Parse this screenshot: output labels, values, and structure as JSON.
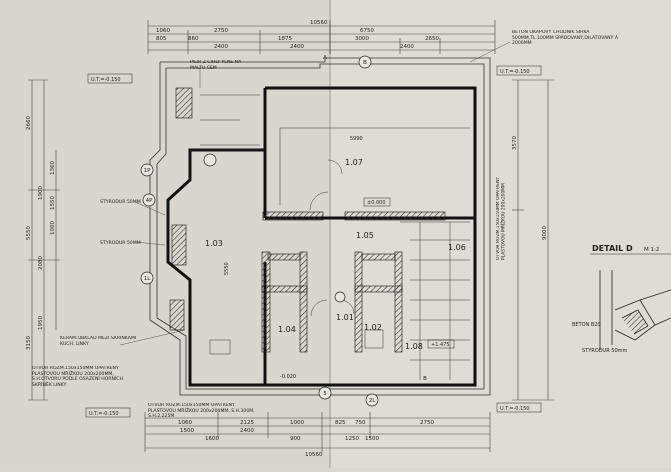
{
  "dims_top": [
    "10560",
    "1060",
    "2750",
    "6750",
    "805",
    "2400",
    "860",
    "1875",
    "3000",
    "2650",
    "2400",
    "2400"
  ],
  "dims_bottom": [
    "1060",
    "2125",
    "1000",
    "825",
    "750",
    "2750",
    "2400",
    "1500",
    "1600",
    "900",
    "1250",
    "1500",
    "10560"
  ],
  "dims_left": [
    "2660",
    "1900",
    "2080",
    "5550",
    "1550",
    "1000",
    "1360",
    "1950",
    "3150"
  ],
  "dims_right": [
    "3570",
    "9000"
  ],
  "rooms": [
    {
      "id": "1.07",
      "area": "5990"
    },
    {
      "id": "1.05",
      "area": ""
    },
    {
      "id": "1.03",
      "area": "5550"
    },
    {
      "id": "1.04",
      "area": ""
    },
    {
      "id": "1.01",
      "area": ""
    },
    {
      "id": "1.02",
      "area": ""
    },
    {
      "id": "1.06",
      "area": ""
    },
    {
      "id": "1.08",
      "area": ""
    }
  ],
  "level_labels": [
    "U.T.=-0.150",
    "U.T.=-0.150",
    "U.T.=-0.150",
    "U.T.=-0.150"
  ],
  "elevation_zero": "±0.000",
  "elevation_minus": "-0.020",
  "elevation_plus": "+1.475",
  "notes": {
    "beton_top": "BETON OKAPOVÝ CHODNÍK ŠÍŘKA 500MM,TL.100MM SPÁDOVANÝ,DILATOVANÝ Á 2000MM",
    "pillar_note": "PILÍŘ Z CIHLY PLNÉ NA MALTU CEM",
    "styrodur1": "STYRODUR 50MM",
    "styrodur2": "STYRODUR 50MM",
    "keram": "KERAM.OBKLAD MEZI SKŘÍŇKAMI KUCH. LINKY",
    "otvor_left": "OTVOR ROZM.150x150MM OPATŘENÝ PLASTOVOU MŘÍŽKOU 200x200MM, S.H.OTVORU PODLE OSAZENÍ HORNÍCH SKŘÍNĚK LINKY",
    "otvor_bottom": "OTVOR ROZM.150x150MM OPATŘENÝ PLASTOVOU MŘÍŽKOU 200x200MM, S.H.300M, S.H.2.225M",
    "otvor_right": "OTVOR ROZM.150x150MM OPATŘENÝ PLASTOVOU MŘÍŽKOU 200x200MM"
  },
  "detail": {
    "title": "DETAIL D",
    "scale": "M 1:2",
    "beton": "BETON B20",
    "styrodur": "STYRODUR 50mm"
  },
  "axis_markers": [
    "A",
    "B",
    "5",
    "2L",
    "1P",
    "4P",
    "1L",
    "B"
  ]
}
